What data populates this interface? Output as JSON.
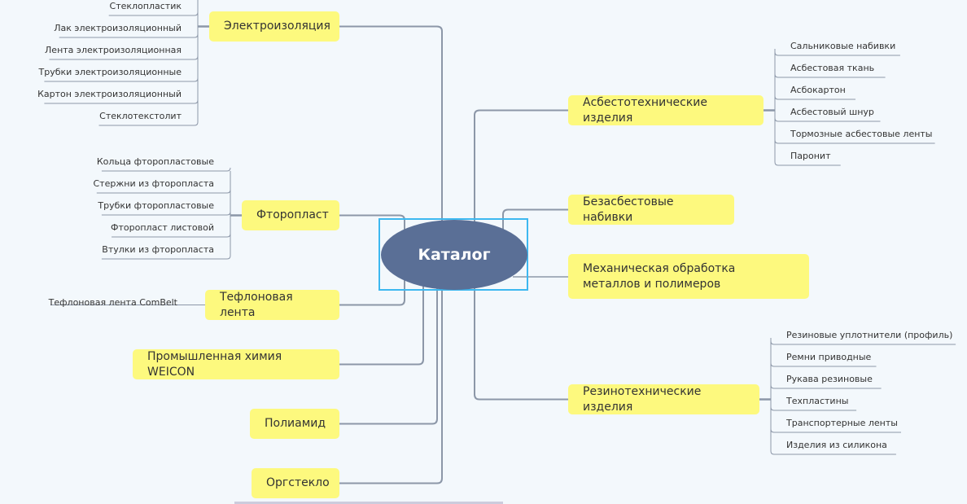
{
  "center": {
    "label": "Каталог"
  },
  "right": [
    {
      "label": "Асбестотехнические изделия",
      "children": [
        "Сальниковые набивки",
        "Асбестовая ткань",
        "Асбокартон",
        "Асбестовый шнур",
        "Тормозные асбестовые ленты",
        "Паронит"
      ]
    },
    {
      "label": "Безасбестовые набивки",
      "children": []
    },
    {
      "label": "Механическая обработка металлов и полимеров",
      "children": []
    },
    {
      "label": "Резинотехнические изделия",
      "children": [
        "Резиновые уплотнители (профиль)",
        "Ремни приводные",
        "Рукава резиновые",
        "Техпластины",
        "Транспортерные ленты",
        "Изделия из силикона"
      ]
    }
  ],
  "left": [
    {
      "label": "Электроизоляция",
      "children": [
        "Стеклопластик",
        "Лак электроизоляционный",
        "Лента электроизоляционная",
        "Трубки электроизоляционные",
        "Картон электроизоляционный",
        "Стеклотекстолит"
      ]
    },
    {
      "label": "Фторопласт",
      "children": [
        "Кольца фторопластовые",
        "Стержни из фторопласта",
        "Трубки фторопластовые",
        "Фторопласт листовой",
        "Втулки из фторопласта"
      ]
    },
    {
      "label": "Тефлоновая лента",
      "children": [
        "Тефлоновая лента ComBelt"
      ]
    },
    {
      "label": "Промышленная химия WEICON",
      "children": []
    },
    {
      "label": "Полиамид",
      "children": []
    },
    {
      "label": "Оргстекло",
      "children": []
    }
  ],
  "colors": {
    "topic": "#fdf97e",
    "center": "#5a6f96",
    "selection": "#3db8f0",
    "line": "#8c97a8"
  }
}
